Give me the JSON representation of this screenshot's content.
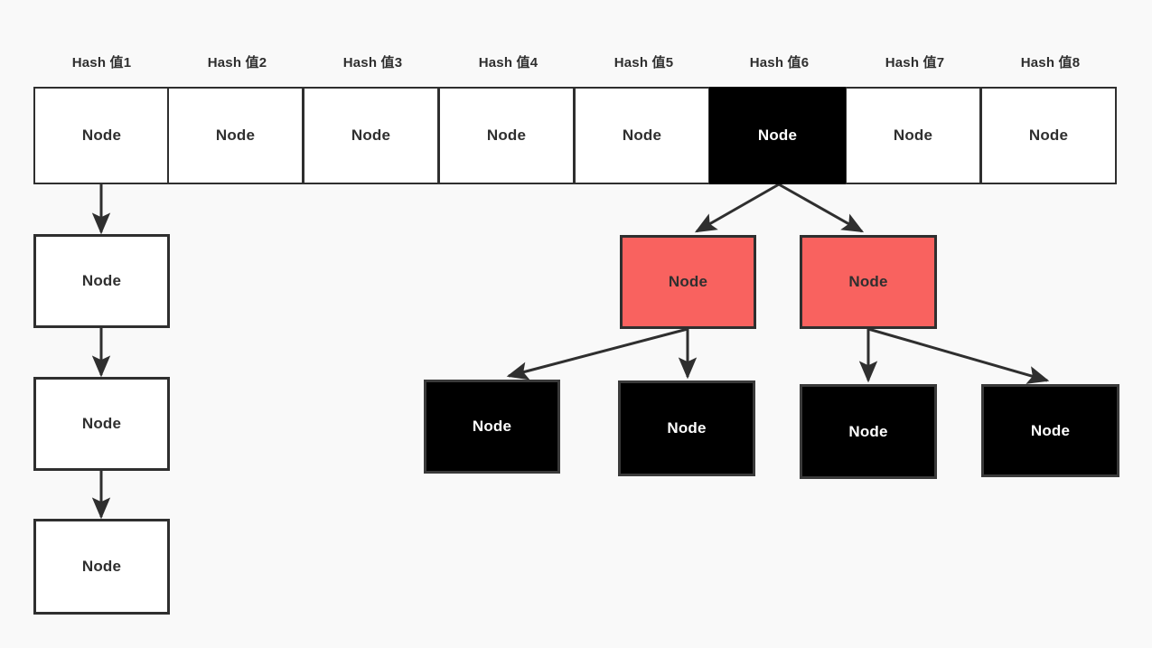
{
  "diagram": {
    "background_color": "#f9f9f9",
    "node_label": "Node",
    "colors": {
      "highlight_red": "#f9625f",
      "selected_black": "#000000",
      "stroke": "#2f2f2f",
      "white": "#ffffff"
    },
    "hash_table": {
      "headers": [
        "Hash 值1",
        "Hash 值2",
        "Hash 值3",
        "Hash 值4",
        "Hash 值5",
        "Hash 值6",
        "Hash 值7",
        "Hash 值8"
      ],
      "cells": [
        {
          "label": "Node",
          "state": "normal"
        },
        {
          "label": "Node",
          "state": "normal"
        },
        {
          "label": "Node",
          "state": "normal"
        },
        {
          "label": "Node",
          "state": "normal"
        },
        {
          "label": "Node",
          "state": "normal"
        },
        {
          "label": "Node",
          "state": "selected"
        },
        {
          "label": "Node",
          "state": "normal"
        },
        {
          "label": "Node",
          "state": "normal"
        }
      ]
    },
    "linked_list_chain": {
      "source_bucket_index": 0,
      "nodes": [
        {
          "label": "Node",
          "state": "normal"
        },
        {
          "label": "Node",
          "state": "normal"
        },
        {
          "label": "Node",
          "state": "normal"
        }
      ]
    },
    "tree": {
      "source_bucket_index": 5,
      "level1": [
        {
          "label": "Node",
          "state": "red"
        },
        {
          "label": "Node",
          "state": "red"
        }
      ],
      "level2": [
        {
          "label": "Node",
          "state": "black"
        },
        {
          "label": "Node",
          "state": "black"
        },
        {
          "label": "Node",
          "state": "black"
        },
        {
          "label": "Node",
          "state": "black"
        }
      ]
    }
  }
}
